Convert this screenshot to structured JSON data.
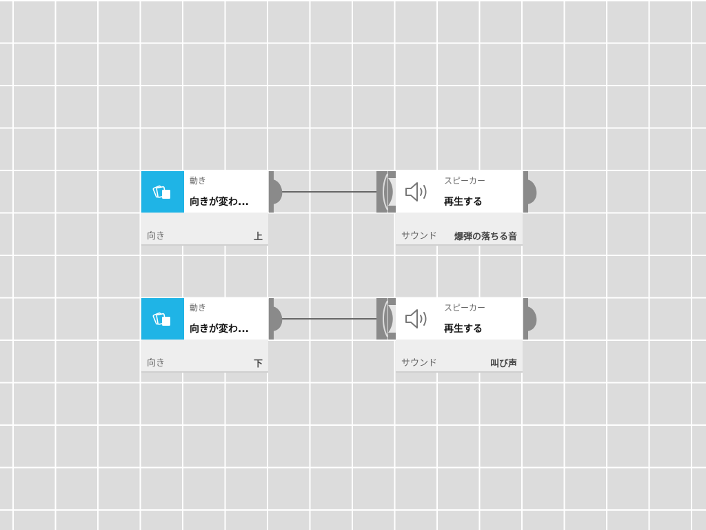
{
  "blocks": [
    {
      "category": "動き",
      "action": "向きが変わ...",
      "param_label": "向き",
      "param_value": "上",
      "icon": "direction-cards-icon"
    },
    {
      "category": "スピーカー",
      "action": "再生する",
      "param_label": "サウンド",
      "param_value": "爆弾の落ちる音",
      "icon": "speaker-icon"
    },
    {
      "category": "動き",
      "action": "向きが変わ...",
      "param_label": "向き",
      "param_value": "下",
      "icon": "direction-cards-icon"
    },
    {
      "category": "スピーカー",
      "action": "再生する",
      "param_label": "サウンド",
      "param_value": "叫び声",
      "icon": "speaker-icon"
    }
  ],
  "colors": {
    "motion_accent": "#1fb4e6",
    "grid_bg": "#dcdcdc",
    "grid_line": "#ffffff",
    "port": "#8a8a8a",
    "wire": "#666666"
  }
}
